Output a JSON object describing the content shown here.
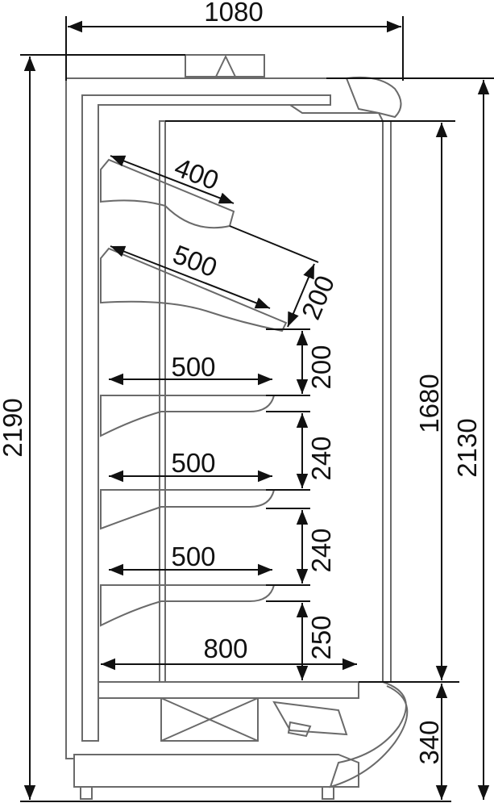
{
  "title": "Refrigerated display cabinet side section",
  "dimensions": {
    "overall_width": "1080",
    "overall_height": "2190",
    "front_height": "2130",
    "display_height": "1680",
    "base_height": "340",
    "top_shelf_depth": "400",
    "second_shelf_depth": "500",
    "slanted_gap": "200",
    "gap_1": "200",
    "shelf_3_depth": "500",
    "gap_2": "240",
    "shelf_4_depth": "500",
    "gap_3": "240",
    "shelf_5_depth": "500",
    "gap_4": "250",
    "bottom_depth": "800"
  },
  "colors": {
    "outline": "#6a6a6a",
    "dimension": "#111111"
  }
}
